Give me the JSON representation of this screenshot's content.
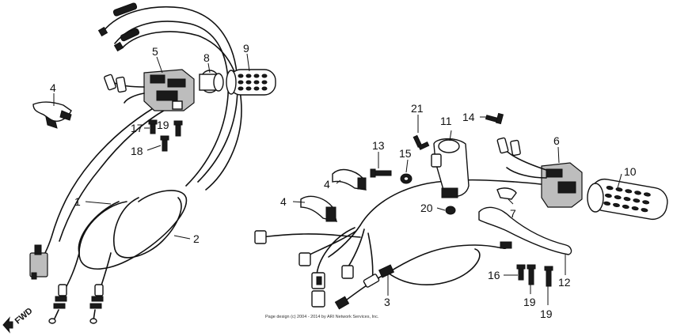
{
  "direction_label": "FWD",
  "copyright": "Page design (c) 2004 - 2014 by ARI Network Services, Inc.",
  "callouts": {
    "c1": "1",
    "c2": "2",
    "c3": "3",
    "c4a": "4",
    "c4b": "4",
    "c4c": "4",
    "c5": "5",
    "c6": "6",
    "c7": "7",
    "c8": "8",
    "c9": "9",
    "c10": "10",
    "c11": "11",
    "c12": "12",
    "c13": "13",
    "c14": "14",
    "c15": "15",
    "c16": "16",
    "c17": "17",
    "c18": "18",
    "c19a": "19",
    "c19b": "19",
    "c19c": "19",
    "c20": "20",
    "c21": "21"
  }
}
